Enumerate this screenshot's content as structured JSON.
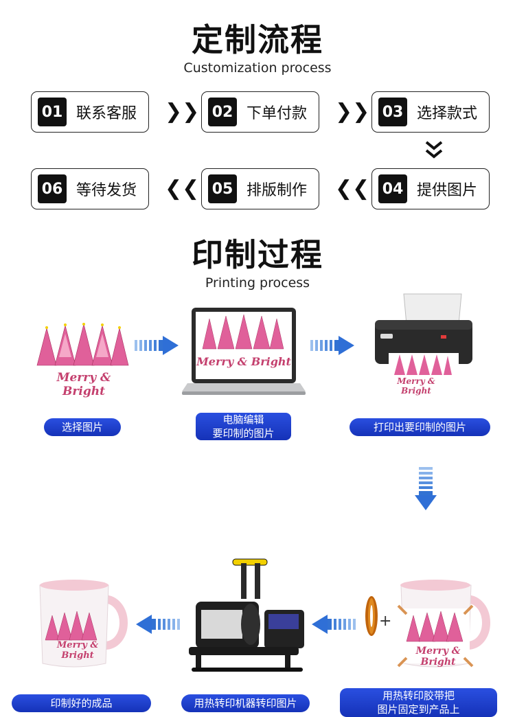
{
  "customization": {
    "title": "定制流程",
    "subtitle": "Customization process",
    "steps": [
      {
        "num": "01",
        "label": "联系客服"
      },
      {
        "num": "02",
        "label": "下单付款"
      },
      {
        "num": "03",
        "label": "选择款式"
      },
      {
        "num": "04",
        "label": "提供图片"
      },
      {
        "num": "05",
        "label": "排版制作"
      },
      {
        "num": "06",
        "label": "等待发货"
      }
    ]
  },
  "printing": {
    "title": "印制过程",
    "subtitle": "Printing process",
    "design_text": "Merry & Bright",
    "captions": {
      "select": "选择图片",
      "edit_line1": "电脑编辑",
      "edit_line2": "要印制的图片",
      "print": "打印出要印制的图片",
      "tape_line1": "用热转印胶带把",
      "tape_line2": "图片固定到产品上",
      "press": "用热转印机器转印图片",
      "finished": "印制好的成品"
    }
  },
  "colors": {
    "pill_blue": "#1e3fd0",
    "arrow_blue": "#2f6fd6",
    "tree_pink": "#e0609a",
    "mug_pink": "#f3c9d4"
  }
}
